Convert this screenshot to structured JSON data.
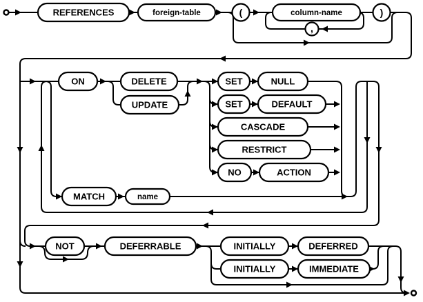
{
  "diagram": {
    "kind": "railroad-syntax-diagram",
    "colors": {
      "line": "#000000",
      "box_fill": "#ffffff",
      "background": "#ffffff"
    },
    "row1": {
      "references": "REFERENCES",
      "foreign_table": "foreign-table",
      "open_paren": "(",
      "column_name": "column-name",
      "comma": ",",
      "close_paren": ")"
    },
    "on_clause": {
      "on": "ON",
      "delete": "DELETE",
      "update": "UPDATE",
      "set_null": {
        "set": "SET",
        "null": "NULL"
      },
      "set_default": {
        "set": "SET",
        "default": "DEFAULT"
      },
      "cascade": "CASCADE",
      "restrict": "RESTRICT",
      "no_action": {
        "no": "NO",
        "action": "ACTION"
      }
    },
    "match_clause": {
      "match": "MATCH",
      "name": "name"
    },
    "deferrable_clause": {
      "not": "NOT",
      "deferrable": "DEFERRABLE",
      "initially_deferred": {
        "initially": "INITIALLY",
        "deferred": "DEFERRED"
      },
      "initially_immediate": {
        "initially": "INITIALLY",
        "immediate": "IMMEDIATE"
      }
    }
  }
}
